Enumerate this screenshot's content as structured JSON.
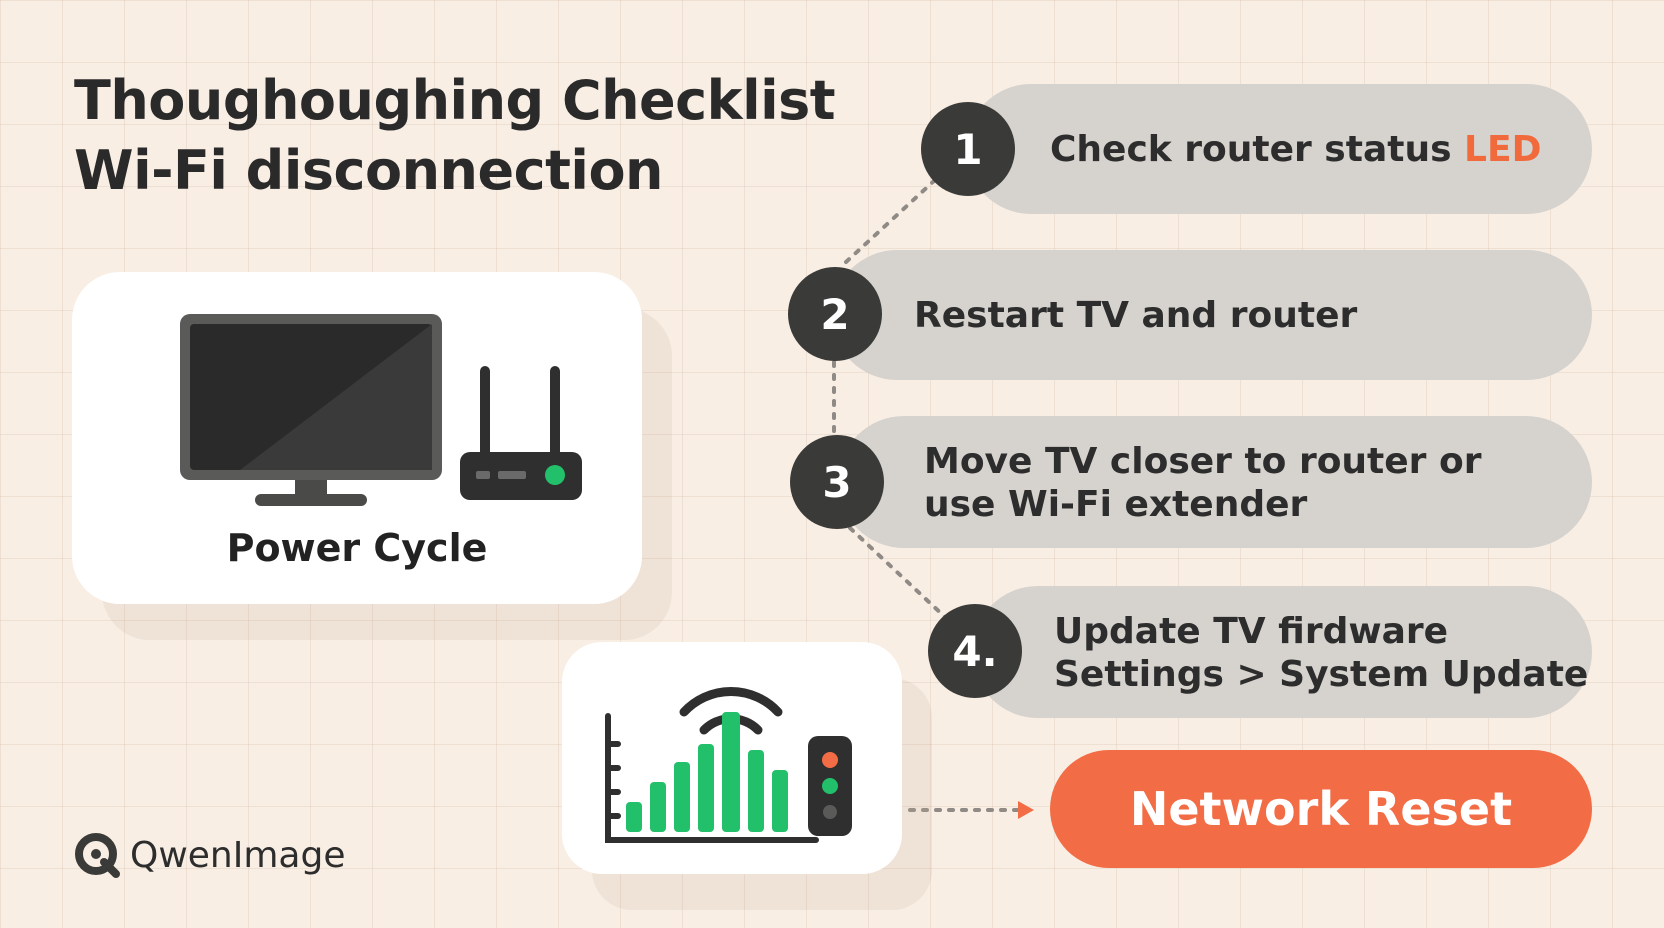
{
  "title": {
    "line1": "Thoughoughing Checklist",
    "line2": "Wi-Fi disconnection"
  },
  "power_cycle": {
    "caption": "Power Cycle",
    "icons": [
      "tv-icon",
      "router-icon"
    ]
  },
  "signal_card": {
    "icons": [
      "wifi-icon",
      "signal-bars-icon",
      "status-light-icon"
    ]
  },
  "steps": [
    {
      "number": "1",
      "text": "Check router status ",
      "highlight": "LED"
    },
    {
      "number": "2",
      "text": "Restart TV and router"
    },
    {
      "number": "3",
      "line1": "Move TV closer to router or",
      "line2": "use Wi-Fi extender"
    },
    {
      "number": "4.",
      "line1": "Update TV firdware",
      "line2": "Settings > System Update"
    }
  ],
  "reset_button": {
    "label": "Network Reset"
  },
  "brand": {
    "name": "QwenImage",
    "icon": "q-logo-icon"
  },
  "colors": {
    "accent": "#f26d45",
    "highlight": "#f06a3c",
    "pill": "#d6d2ce",
    "badge": "#3a3a38",
    "signal_green": "#22c06a",
    "background": "#f8eee4"
  }
}
